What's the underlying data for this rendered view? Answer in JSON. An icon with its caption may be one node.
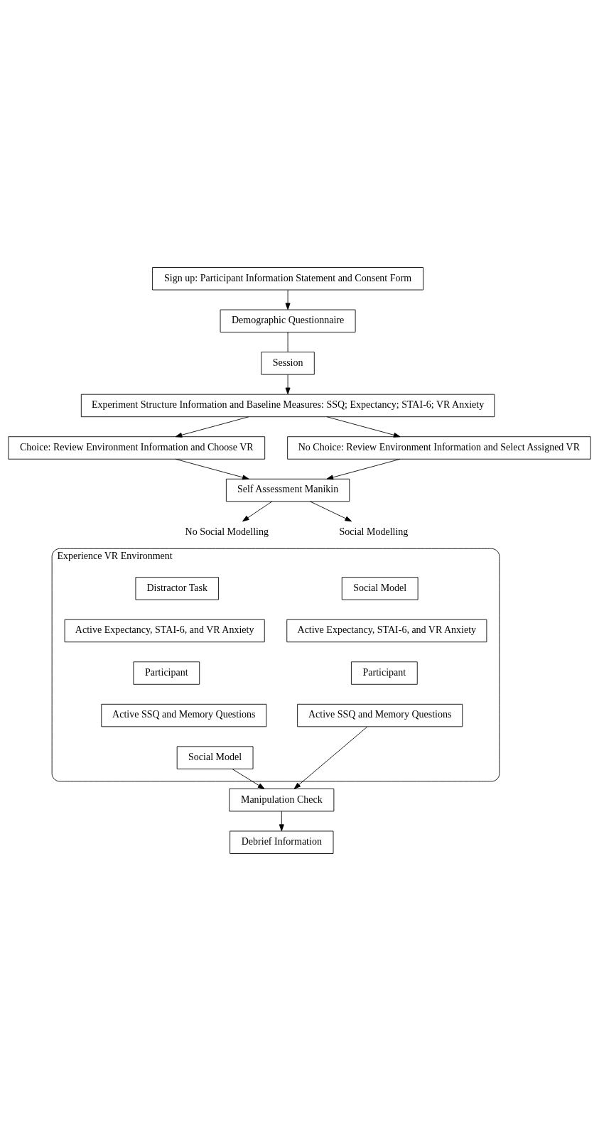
{
  "diagram": {
    "nodes": [
      {
        "text": [
          "Sign up: Participant Information Statement and Consent Form"
        ]
      },
      {
        "text": [
          "Demographic Questionnaire"
        ]
      },
      {
        "text": [
          "Session"
        ]
      },
      {
        "text": [
          "Experiment Structure Information and Baseline Measures: SSQ; Expectancy; STAI-6; VR Anxiety"
        ]
      },
      {
        "text": [
          "Choice: Review Environment Information and Choose VR"
        ]
      },
      {
        "text": [
          "No Choice: Review Environment Information and Select Assigned VR"
        ]
      },
      {
        "text": [
          "Self Assessment Manikin"
        ]
      },
      {
        "text": [
          "Social Modelling"
        ]
      },
      {
        "text": [
          "No Social Modelling"
        ]
      },
      {
        "text": [
          "Experience VR Environment"
        ]
      },
      {
        "text": [
          "Social Model"
        ],
        "in": 9
      },
      {
        "text": [
          "Active Expectancy, STAI-6, and VR Anxiety"
        ],
        "in": 9
      },
      {
        "text": [
          "Participant"
        ],
        "in": 9
      },
      {
        "text": [
          "Active SSQ and Memory Questions"
        ],
        "in": 9
      },
      {
        "text": [
          "Distractor Task"
        ],
        "in": 9
      },
      {
        "text": [
          "Active Expectancy, STAI-6, and VR Anxiety"
        ],
        "in": 9
      },
      {
        "text": [
          "Participant"
        ],
        "in": 9
      },
      {
        "text": [
          "Active SSQ and Memory Questions"
        ],
        "in": 9
      },
      {
        "text": [
          "Social Model"
        ],
        "in": 9
      },
      {
        "text": [
          "Manipulation Check"
        ]
      },
      {
        "text": [
          "Debrief Information"
        ]
      }
    ],
    "edges": [
      {
        "from": 0,
        "to": 1,
        "arrow": "to"
      },
      {
        "from": 1,
        "to": 2,
        "arrow": "none"
      },
      {
        "from": 2,
        "to": 3,
        "arrow": "to"
      },
      {
        "from": 3,
        "to": 4,
        "arrow": "to"
      },
      {
        "from": 3,
        "to": 5,
        "arrow": "to"
      },
      {
        "from": 4,
        "to": 6,
        "arrow": "to"
      },
      {
        "from": 5,
        "to": 6,
        "arrow": "to"
      },
      {
        "from": 6,
        "to": 7,
        "arrow": "to"
      },
      {
        "from": 6,
        "to": 8,
        "arrow": "to"
      },
      {
        "from": 13,
        "to": 19,
        "arrow": "to"
      },
      {
        "from": 18,
        "to": 19,
        "arrow": "to"
      },
      {
        "from": 19,
        "to": 20,
        "arrow": "to"
      }
    ]
  }
}
